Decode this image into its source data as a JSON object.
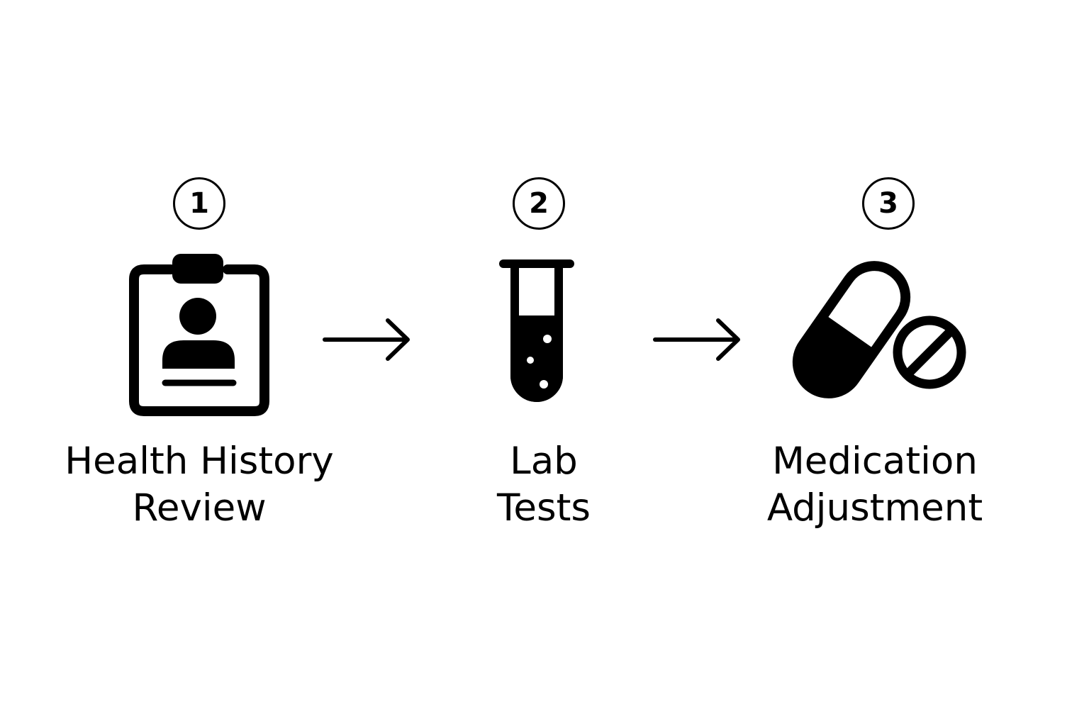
{
  "steps": [
    {
      "number": "1",
      "icon": "patient-record-clipboard-icon",
      "label_line1": "Health History",
      "label_line2": "Review"
    },
    {
      "number": "2",
      "icon": "test-tube-icon",
      "label_line1": "Lab",
      "label_line2": "Tests"
    },
    {
      "number": "3",
      "icon": "capsule-and-tablet-icon",
      "label_line1": "Medication",
      "label_line2": "Adjustment"
    }
  ],
  "connectors": [
    "right-arrow-icon",
    "right-arrow-icon"
  ],
  "colors": {
    "foreground": "#000000",
    "background": "#ffffff"
  }
}
